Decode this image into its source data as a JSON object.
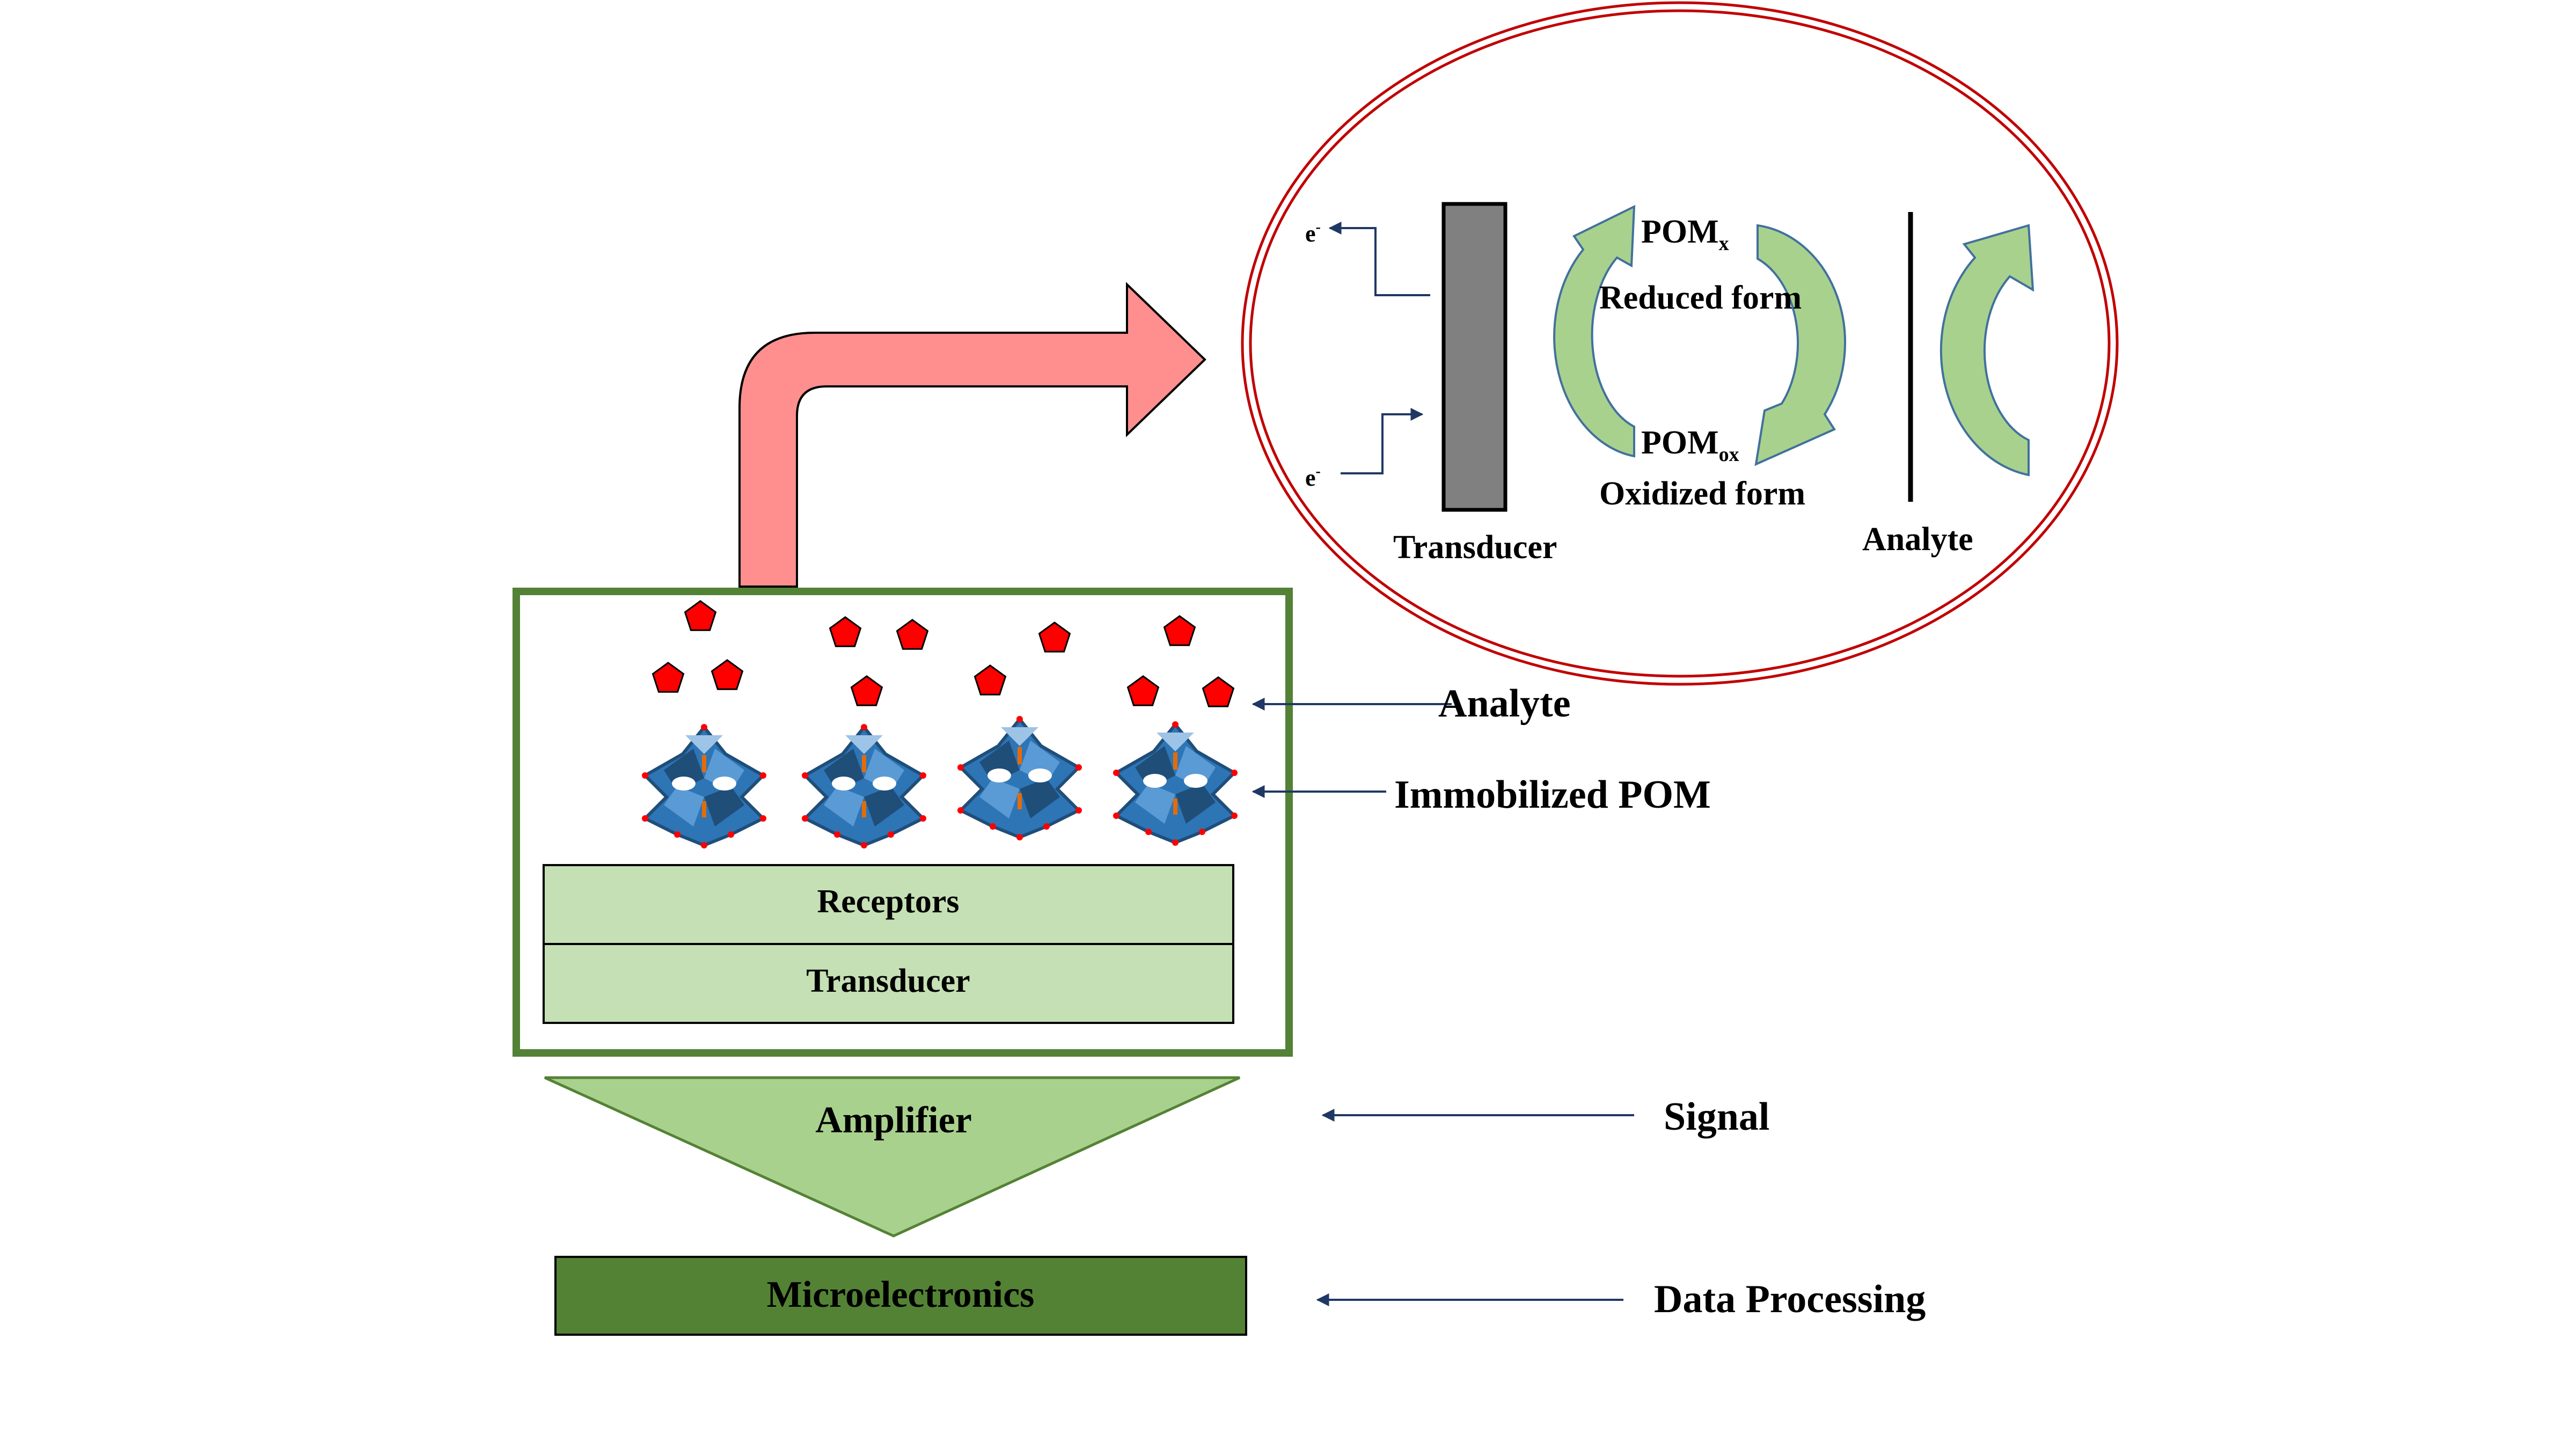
{
  "labels": {
    "analyte_side": "Analyte",
    "immobilized_pom": "Immobilized POM",
    "receptors": "Receptors",
    "transducer_layer": "Transducer",
    "amplifier": "Amplifier",
    "signal": "Signal",
    "microelectronics": "Microelectronics",
    "data_processing": "Data Processing"
  },
  "inset": {
    "electron": "e",
    "electron_charge": "-",
    "pom_reduced_base": "POM",
    "pom_reduced_sub": "x",
    "reduced_form": "Reduced form",
    "pom_oxidized_base": "POM",
    "pom_oxidized_sub": "ox",
    "oxidized_form": "Oxidized form",
    "transducer": "Transducer",
    "analyte": "Analyte"
  },
  "colors": {
    "frame_green": "#538135",
    "layer_fill": "#c5e0b4",
    "amplifier_fill": "#a9d18e",
    "microelectronics_fill": "#548235",
    "cycle_arrow": "#a9d18e",
    "cycle_arrow_stroke": "#41719c",
    "big_arrow": "#ff8f8f",
    "analyte_red": "#ff0000",
    "pom_blue": "#2e75b6",
    "inset_ring": "#c00000",
    "electrode_grey": "#808080",
    "pointer_navy": "#1f3864"
  }
}
